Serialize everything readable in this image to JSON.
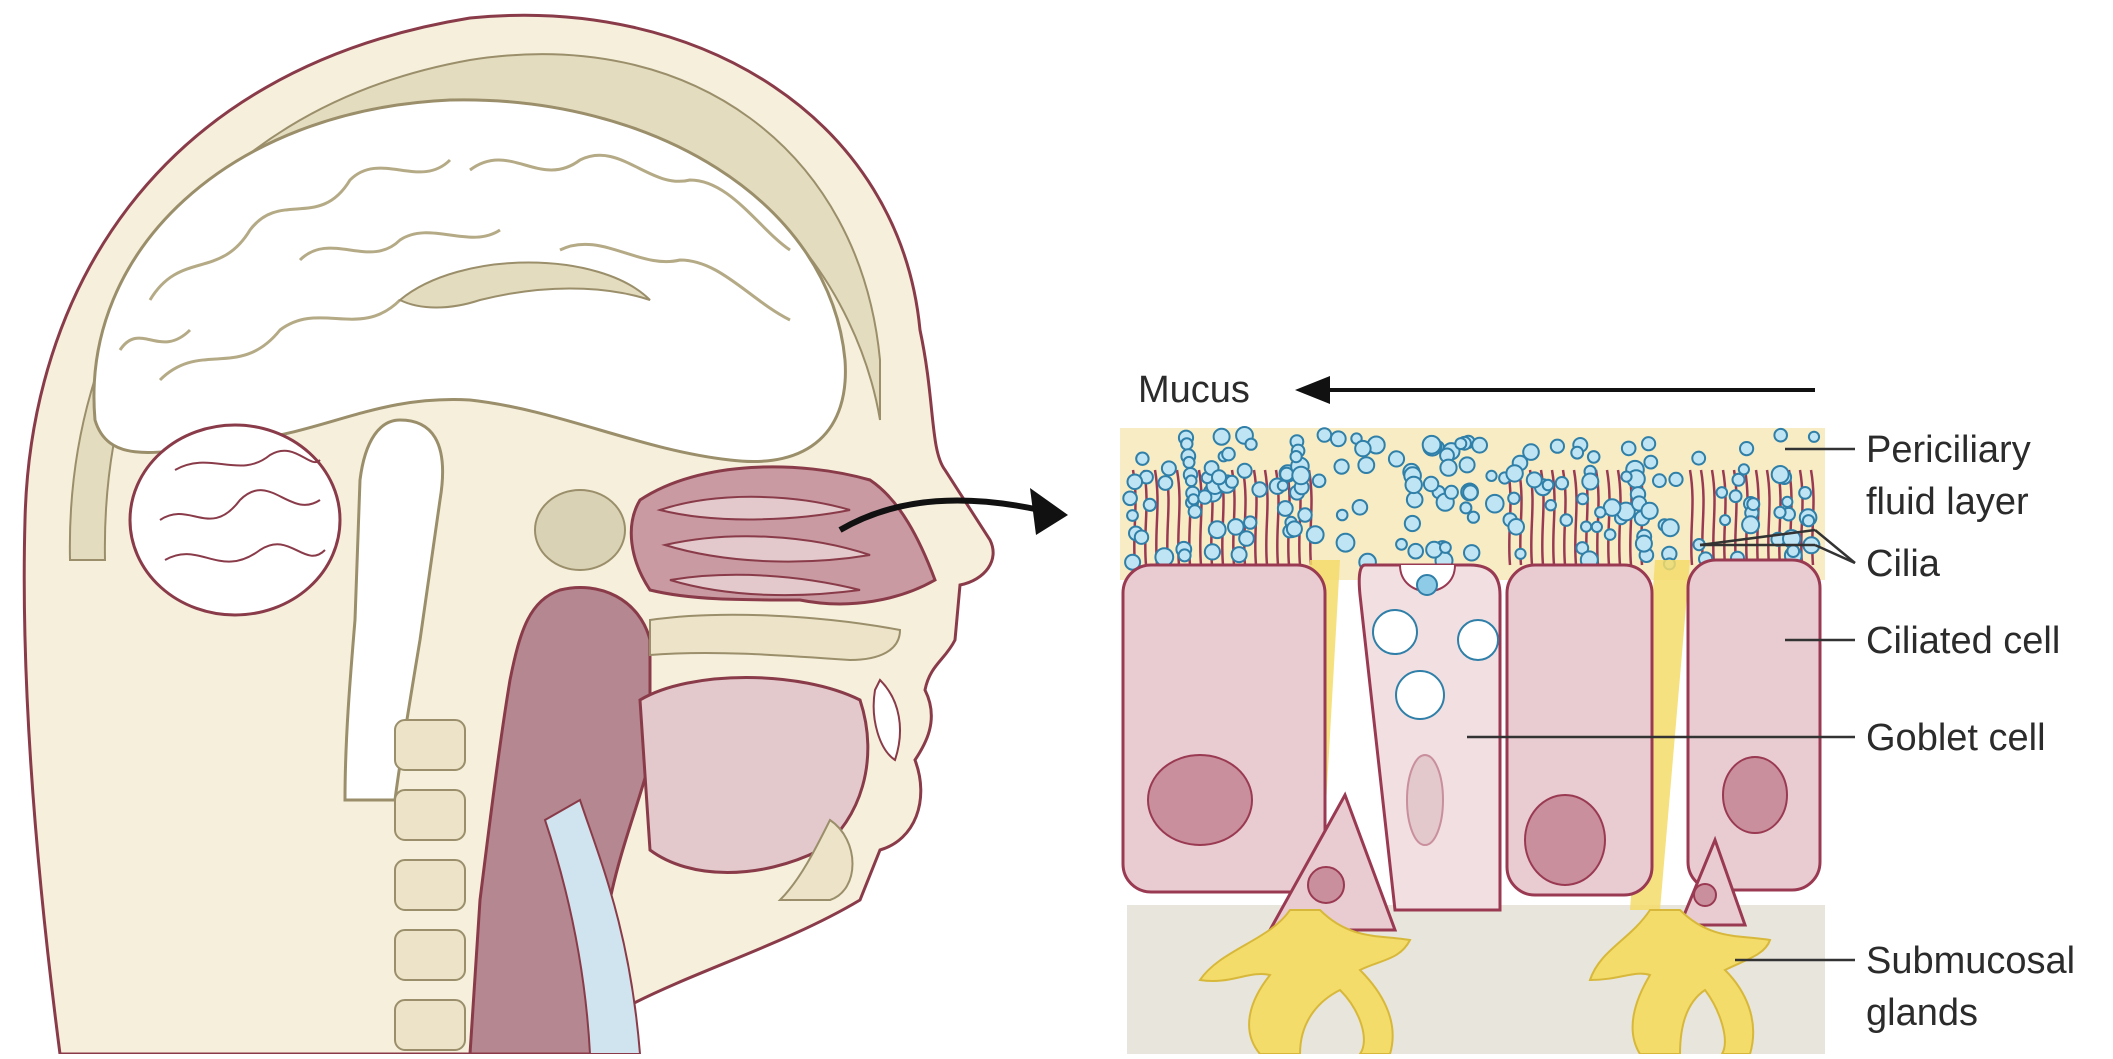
{
  "labels": {
    "mucus": "Mucus",
    "periciliary_1": "Periciliary",
    "periciliary_2": "fluid layer",
    "cilia": "Cilia",
    "ciliated_cell": "Ciliated cell",
    "goblet_cell": "Goblet cell",
    "submucosal_1": "Submucosal",
    "submucosal_2": "glands"
  },
  "colors": {
    "skin": "#f6efdc",
    "skin_outline": "#8a3b49",
    "bone": "#e4dcbf",
    "brain": "#ffffff",
    "brain_outline": "#9a8f6a",
    "mucosa": "#b58790",
    "mucosa_light": "#e3c9cc",
    "cell_fill": "#e9ccd1",
    "cell_outline": "#9a3a52",
    "nucleus": "#c98f9c",
    "mucus_layer": "#f7ecc4",
    "droplet": "#8ecbe6",
    "gland": "#f4dc6a",
    "submucosa": "#e8e5dc",
    "arrow": "#111111"
  }
}
